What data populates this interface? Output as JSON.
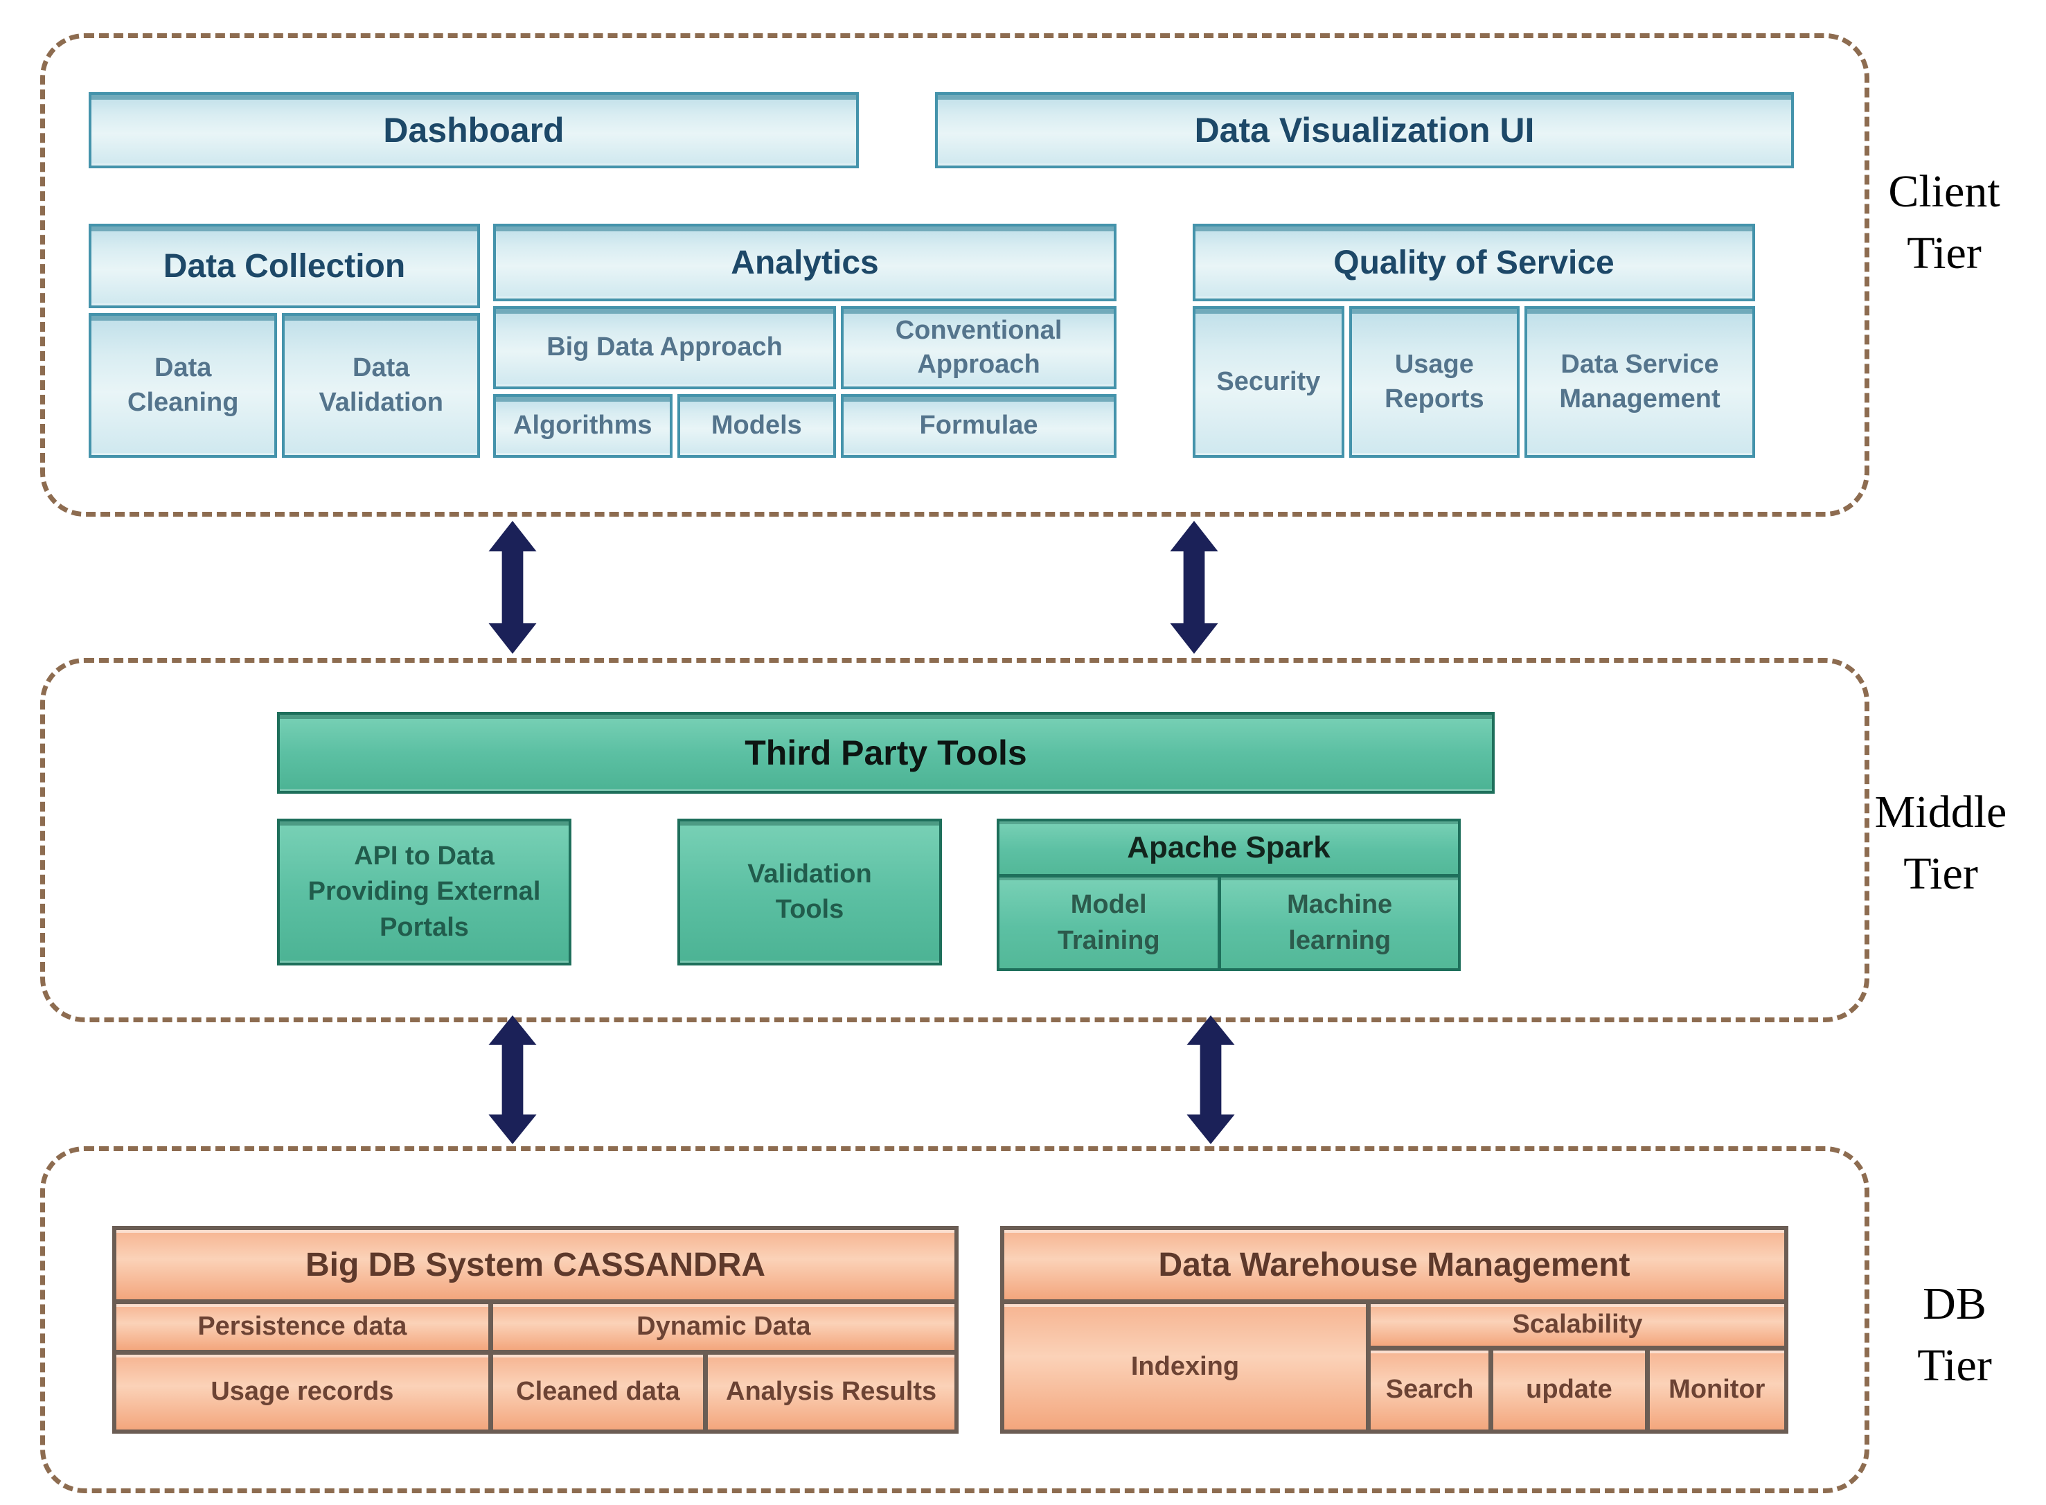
{
  "colors": {
    "client_box_border": "#4493ab",
    "client_box_fill": "#d9edf2",
    "client_header_text": "#1d4868",
    "client_sub_text": "#54748c",
    "middle_box_border": "#1e6f5b",
    "middle_box_fill": "#5cc0a3",
    "middle_header_text": "#0d1512",
    "middle_sub_text": "#215c4c",
    "db_box_border": "#6b5d54",
    "db_box_fill": "#fbd2b8",
    "db_header_text": "#5e392b",
    "db_sub_text": "#6c4334",
    "tier_dashed_outline": "#8d6c50",
    "arrow": "#1b2158",
    "tier_label_text": "#000000"
  },
  "client_tier": {
    "label": [
      "Client",
      "Tier"
    ],
    "dashboard": "Dashboard",
    "data_visualization_ui": "Data Visualization UI",
    "data_collection": {
      "title": "Data Collection",
      "cells": [
        "Data Cleaning",
        "Data Validation"
      ]
    },
    "analytics": {
      "title": "Analytics",
      "approaches": [
        "Big Data Approach",
        "Conventional Approach"
      ],
      "methods": [
        "Algorithms",
        "Models",
        "Formulae"
      ]
    },
    "quality_of_service": {
      "title": "Quality of Service",
      "cells": [
        "Security",
        "Usage Reports",
        "Data Service Management"
      ]
    }
  },
  "middle_tier": {
    "label": [
      "Middle",
      "Tier"
    ],
    "third_party_tools": "Third Party Tools",
    "api_portal_box": "API to Data Providing External Portals",
    "validation_tools_box": "Validation Tools",
    "apache_spark": {
      "title": "Apache Spark",
      "cells": [
        "Model Training",
        "Machine learning"
      ]
    }
  },
  "db_tier": {
    "label": [
      "DB",
      "Tier"
    ],
    "cassandra": {
      "title": "Big DB System  CASSANDRA",
      "row1": [
        "Persistence data",
        "Dynamic Data"
      ],
      "row2": [
        "Usage records",
        "Cleaned data",
        "Analysis Results"
      ]
    },
    "warehouse": {
      "title": "Data Warehouse Management",
      "indexing": "Indexing",
      "scalability": "Scalability",
      "cells": [
        "Search",
        "update",
        "Monitor"
      ]
    }
  }
}
